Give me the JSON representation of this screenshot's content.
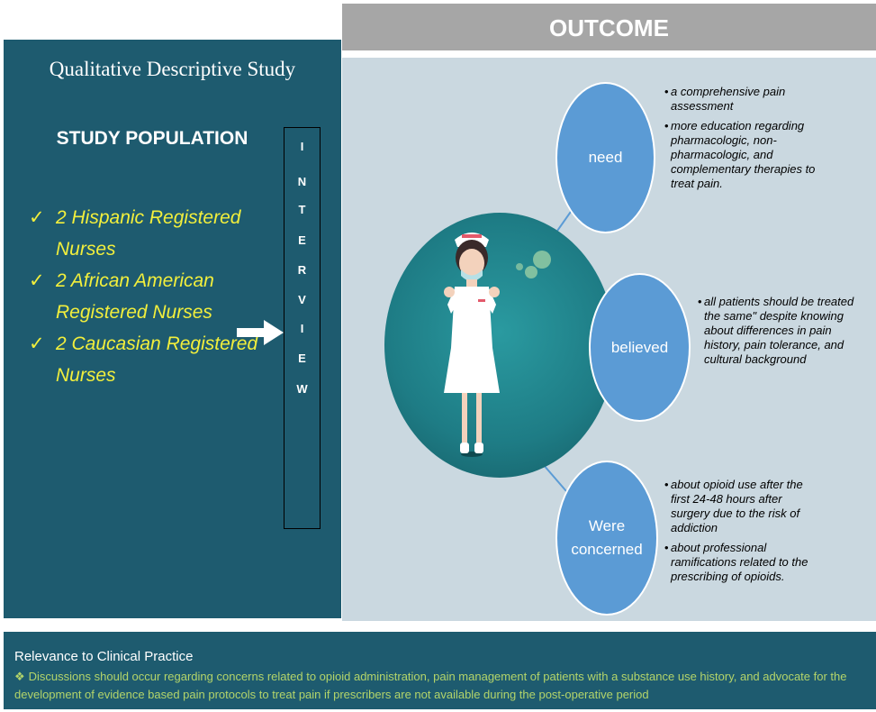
{
  "left": {
    "title": "Qualitative Descriptive Study",
    "subtitle": "STUDY POPULATION",
    "check_icon": "✓",
    "population": [
      "2 Hispanic Registered Nurses",
      "2 African American Registered Nurses",
      "2 Caucasian Registered Nurses"
    ]
  },
  "interview": {
    "letters": [
      "I",
      "N",
      "T",
      "E",
      "R",
      "V",
      "I",
      "E",
      "W"
    ]
  },
  "outcome": {
    "header": "OUTCOME",
    "bubbles": {
      "need": "need",
      "believed": "believed",
      "concerned": "Were concerned"
    },
    "need_notes": [
      "a comprehensive pain assessment",
      "more education regarding pharmacologic, non-pharmacologic, and complementary therapies to treat pain."
    ],
    "believed_notes": [
      "all patients should be treated the same\" despite knowing about differences in pain history, pain tolerance, and cultural background"
    ],
    "concerned_notes": [
      "about opioid use after the first 24-48 hours after surgery due to the risk of addiction",
      "about professional ramifications related to the prescribing of opioids."
    ]
  },
  "footer": {
    "title": "Relevance to Clinical Practice",
    "bullet_icon": "❖",
    "text": "Discussions should occur regarding concerns related to opioid administration, pain management of patients with a substance use history, and advocate for the development of evidence based pain protocols to treat pain if prescribers are not available during the post-operative period"
  },
  "colors": {
    "teal_panel": "#1e5b6f",
    "outcome_bg": "#cad8e0",
    "bubble": "#5b9bd5",
    "highlight_yellow": "#f2ef3c",
    "footer_text": "#b3d46a"
  }
}
